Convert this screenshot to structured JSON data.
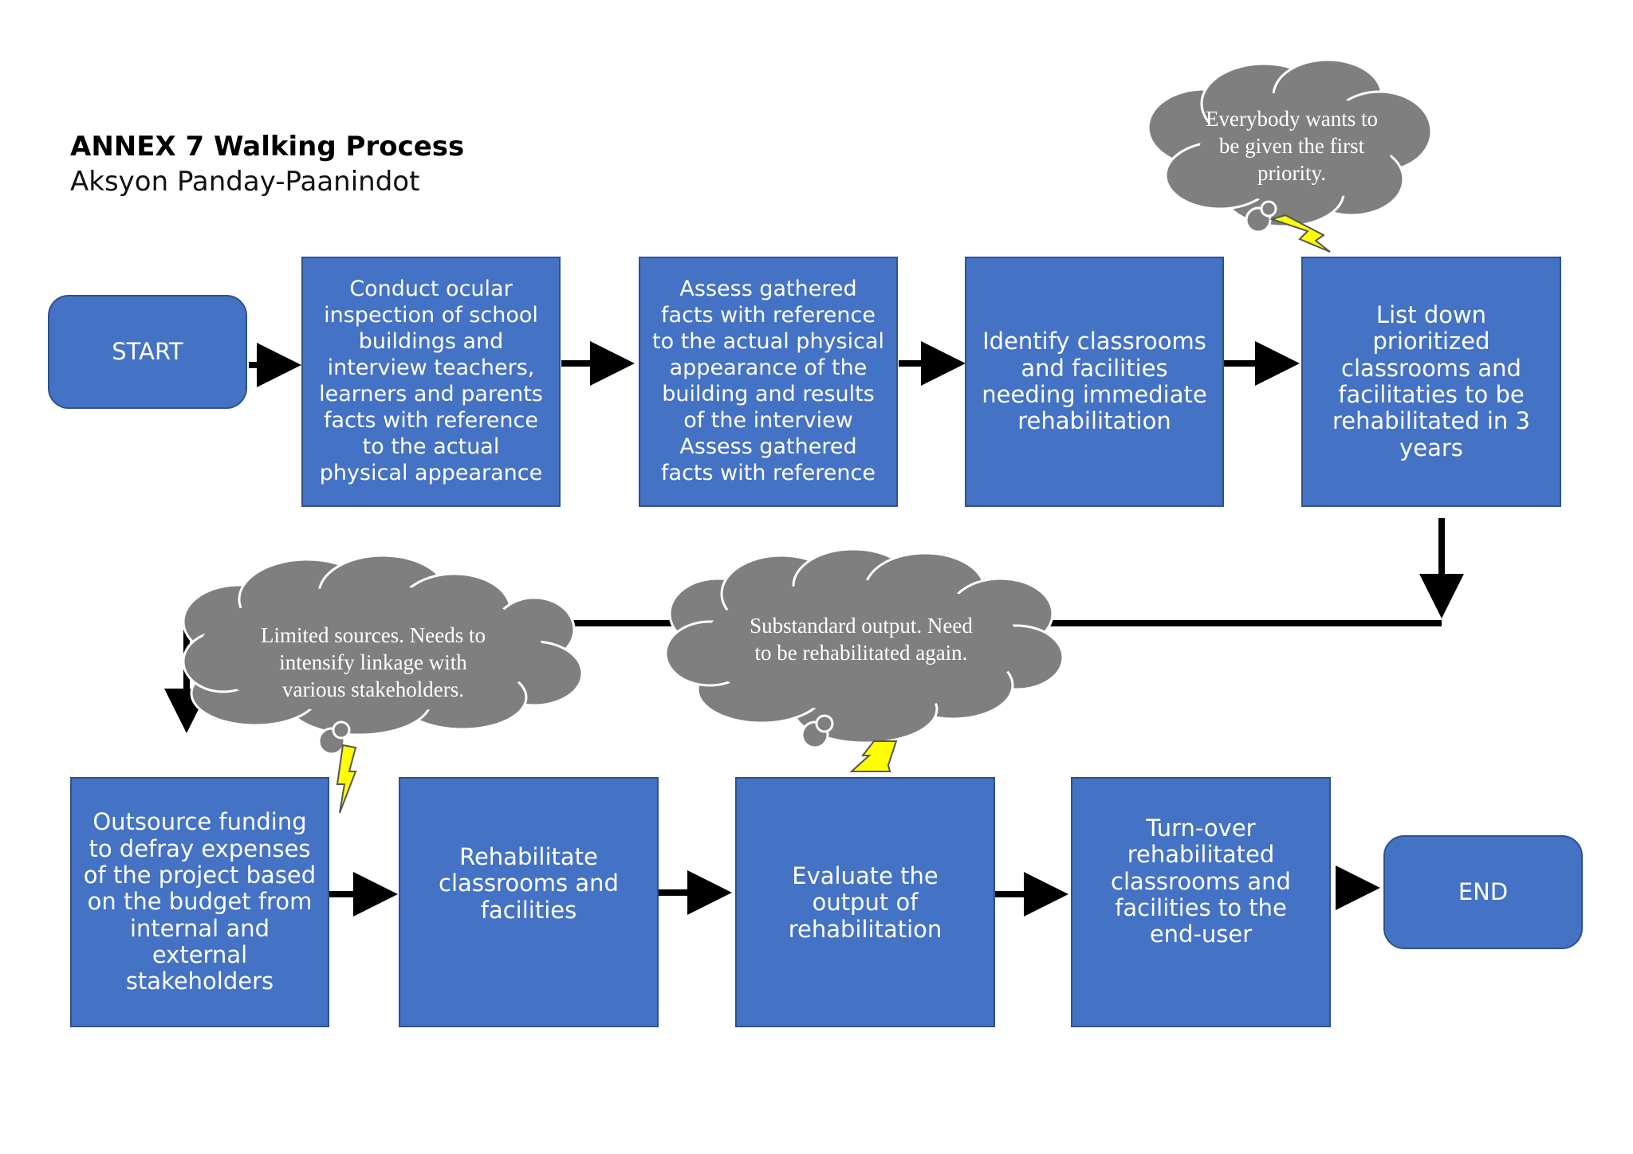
{
  "header": {
    "title": "ANNEX 7 Walking Process",
    "subtitle": "Aksyon Panday-Paanindot"
  },
  "colors": {
    "box_fill": "#4472c4",
    "box_border": "#2f528f",
    "cloud_fill": "#7f7f7f",
    "bolt_fill": "#ffff00",
    "arrow": "#000000"
  },
  "steps": {
    "start": "START",
    "step1": "Conduct ocular inspection of school buildings and interview teachers, learners and parents facts with reference to the actual physical appearance",
    "step2": "Assess gathered facts with reference to the actual physical appearance of the building and results of the interview Assess gathered facts with reference",
    "step3": "Identify classrooms and facilities needing immediate rehabilitation",
    "step4": "List down prioritized classrooms and facilitaties to be rehabilitated in 3 years",
    "step5": "Outsource funding to defray expenses of the project based on the budget from internal and external stakeholders",
    "step6": "Rehabilitate classrooms and facilities",
    "step7": "Evaluate the output of rehabilitation",
    "step8": "Turn-over rehabilitated classrooms and facilities to the end-user",
    "end": "END"
  },
  "clouds": {
    "priority": "Everybody wants to be given the first priority.",
    "sources": "Limited sources. Needs to intensify linkage with various stakeholders.",
    "substandard": "Substandard output. Need to be rehabilitated again."
  },
  "icons": [
    "cloud-callout-icon",
    "lightning-bolt-icon",
    "arrow-right-icon",
    "arrow-down-icon"
  ]
}
